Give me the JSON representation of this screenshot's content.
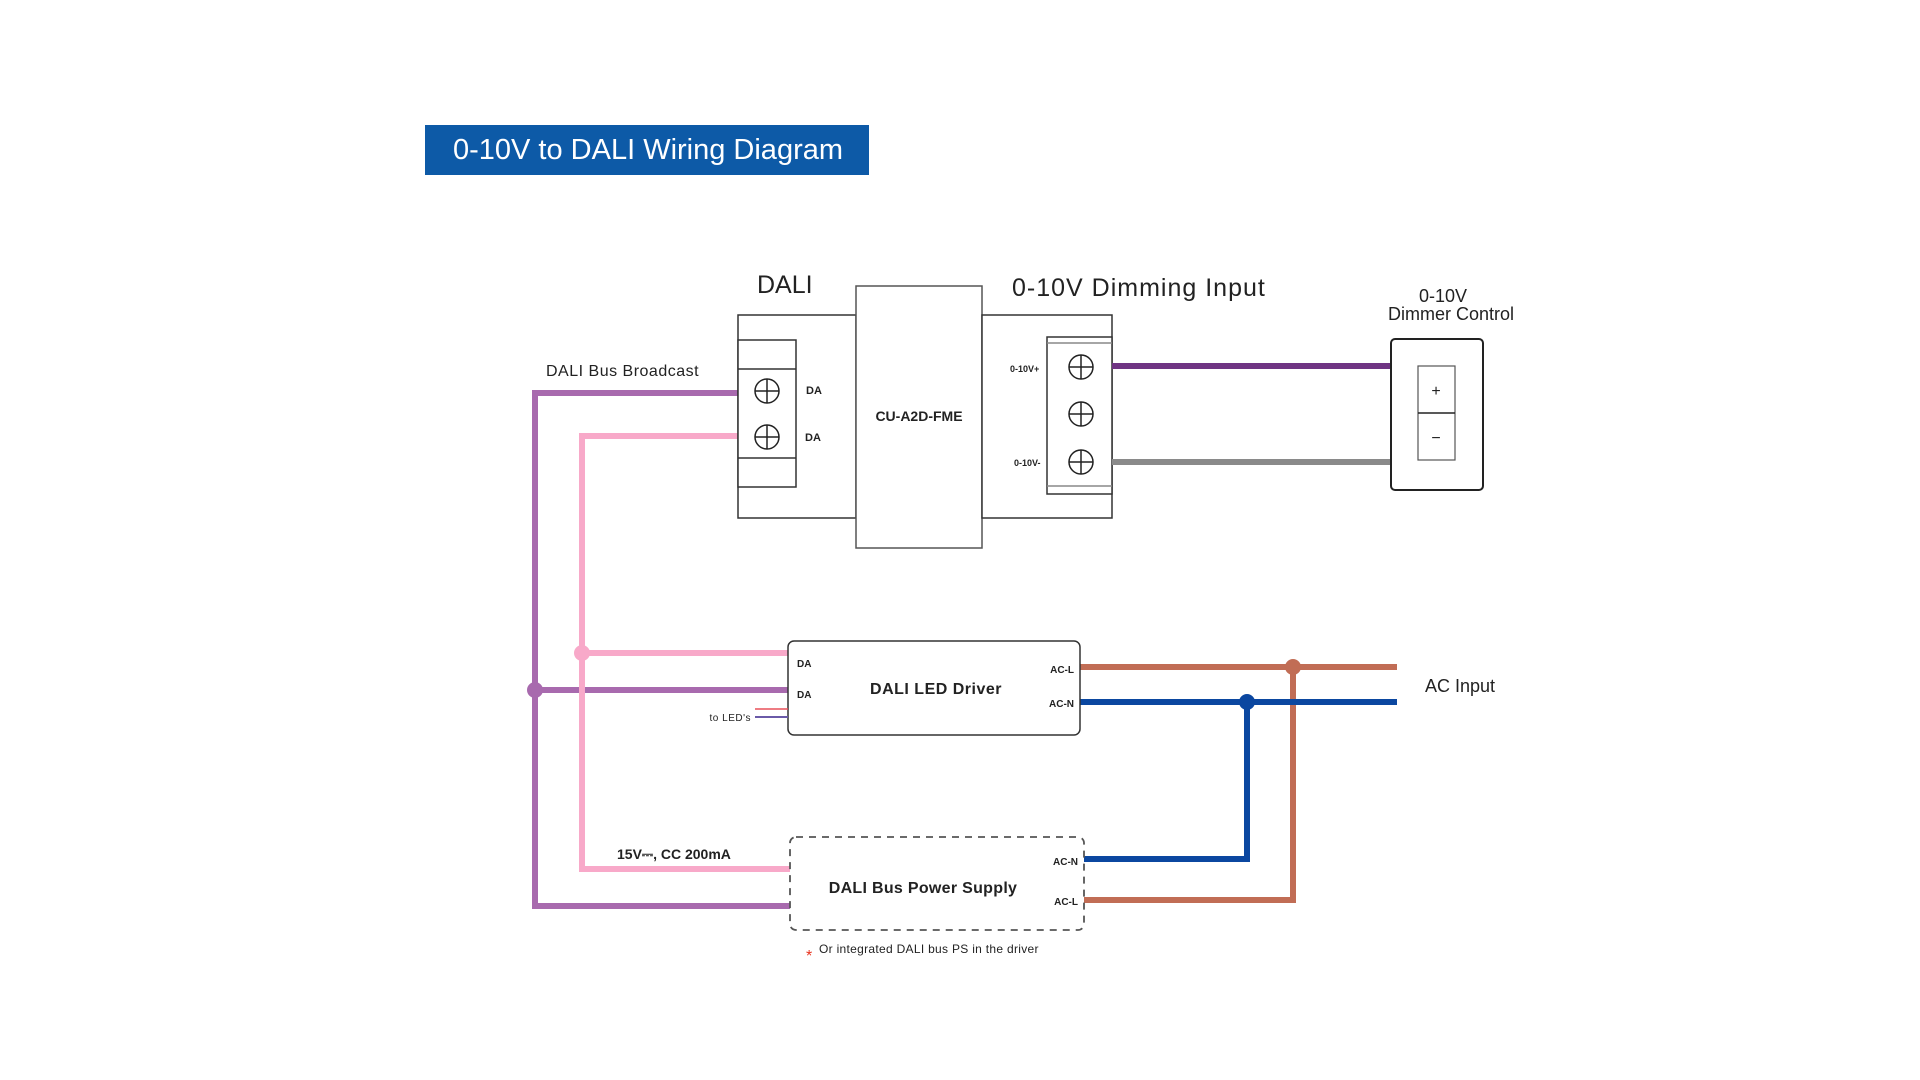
{
  "title": "0-10V to DALI Wiring Diagram",
  "labels": {
    "dali_header": "DALI",
    "dimming_input_header": "0-10V Dimming Input",
    "dimmer_control_line1": "0-10V",
    "dimmer_control_line2": "Dimmer Control",
    "dali_bus_broadcast": "DALI Bus Broadcast",
    "ac_input": "AC Input",
    "power_spec": "15V⎓, CC 200mA",
    "footnote_star": "*",
    "footnote": "Or integrated DALI bus PS in the driver"
  },
  "converter": {
    "model": "CU-A2D-FME",
    "dali_terminals": [
      "DA",
      "DA"
    ],
    "dim_terminals": [
      "0-10V+",
      "0-10V-"
    ]
  },
  "dimmer": {
    "plus": "+",
    "minus": "−"
  },
  "led_driver": {
    "name": "DALI LED Driver",
    "left_terminals": [
      "DA",
      "DA"
    ],
    "right_terminals": [
      "AC-L",
      "AC-N"
    ],
    "to_leds": "to LED's"
  },
  "bus_power_supply": {
    "name": "DALI Bus Power Supply",
    "right_terminals": [
      "AC-N",
      "AC-L"
    ]
  },
  "colors": {
    "banner": "#0d5aa7",
    "dali_purple": "#a86aae",
    "dali_pink": "#f8a9c9",
    "dim_plus_purple": "#6f3483",
    "dim_minus_gray": "#8a8a8a",
    "ac_live_brown": "#c16d55",
    "ac_neutral_blue": "#0b47a0",
    "led_red": "#e8505a",
    "led_blue": "#6a5aa8",
    "footnote_star": "#e8321e"
  }
}
